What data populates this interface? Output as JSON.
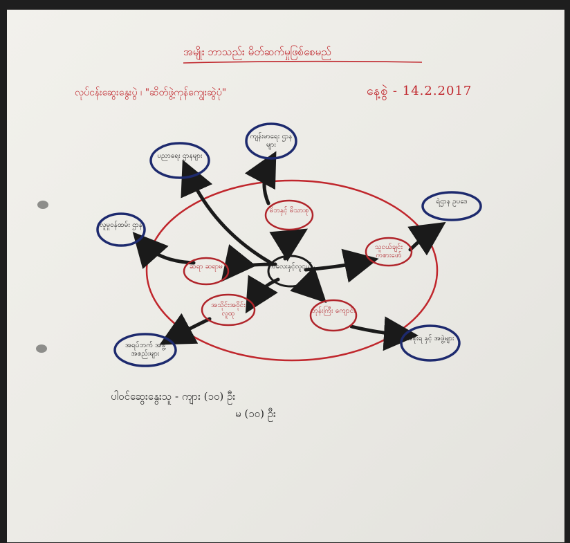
{
  "colors": {
    "red_ink": "#c0262c",
    "navy_ink": "#1d2a6e",
    "black_ink": "#1a1a1a",
    "paper": "#ebeae5"
  },
  "header": {
    "title": "အမျိုး ဘာသည်း မိတ်ဆက်မှုဖြစ်စေမည်",
    "subtitle": "လုပ်ငန်းဆွေးနွေးပွဲ ၊ \"ဆိတ်ဖွဲ့ကုန်ကျွေးဆွဲပုံ\"",
    "date_label": "နေ့စွဲ - 14.2.2017"
  },
  "center_node": {
    "label": "ကလေးနှင့်လူငယ်"
  },
  "inner_nodes": [
    {
      "label": "မိဘနှင့် မိသားစု"
    },
    {
      "label": "သူငယ်ချင်း ကစားဖော်"
    },
    {
      "label": "ဆရာ ဆရာမ"
    },
    {
      "label": "အသိုင်းအဝိုင်း လူထု"
    },
    {
      "label": "ဘုန်းကြီး ကျောင်း"
    }
  ],
  "outer_nodes": [
    {
      "label": "ကျန်းမာရေး ဌာနများ"
    },
    {
      "label": "ပညာရေး ဌာနများ"
    },
    {
      "label": "လူမှုဝန်ထမ်း ဌာန"
    },
    {
      "label": "ရဲဌာန ဥပဒေ"
    },
    {
      "label": "အရပ်ဘက် အဖွဲ့အစည်းများ"
    },
    {
      "label": "အစိုးရ နှင့် အဖွဲ့များ"
    }
  ],
  "footer": {
    "line1": "ပါဝင်ဆွေးနွေးသူ - ကျား (၁၀) ဦး",
    "line2": "မ (၁၀) ဦး"
  }
}
